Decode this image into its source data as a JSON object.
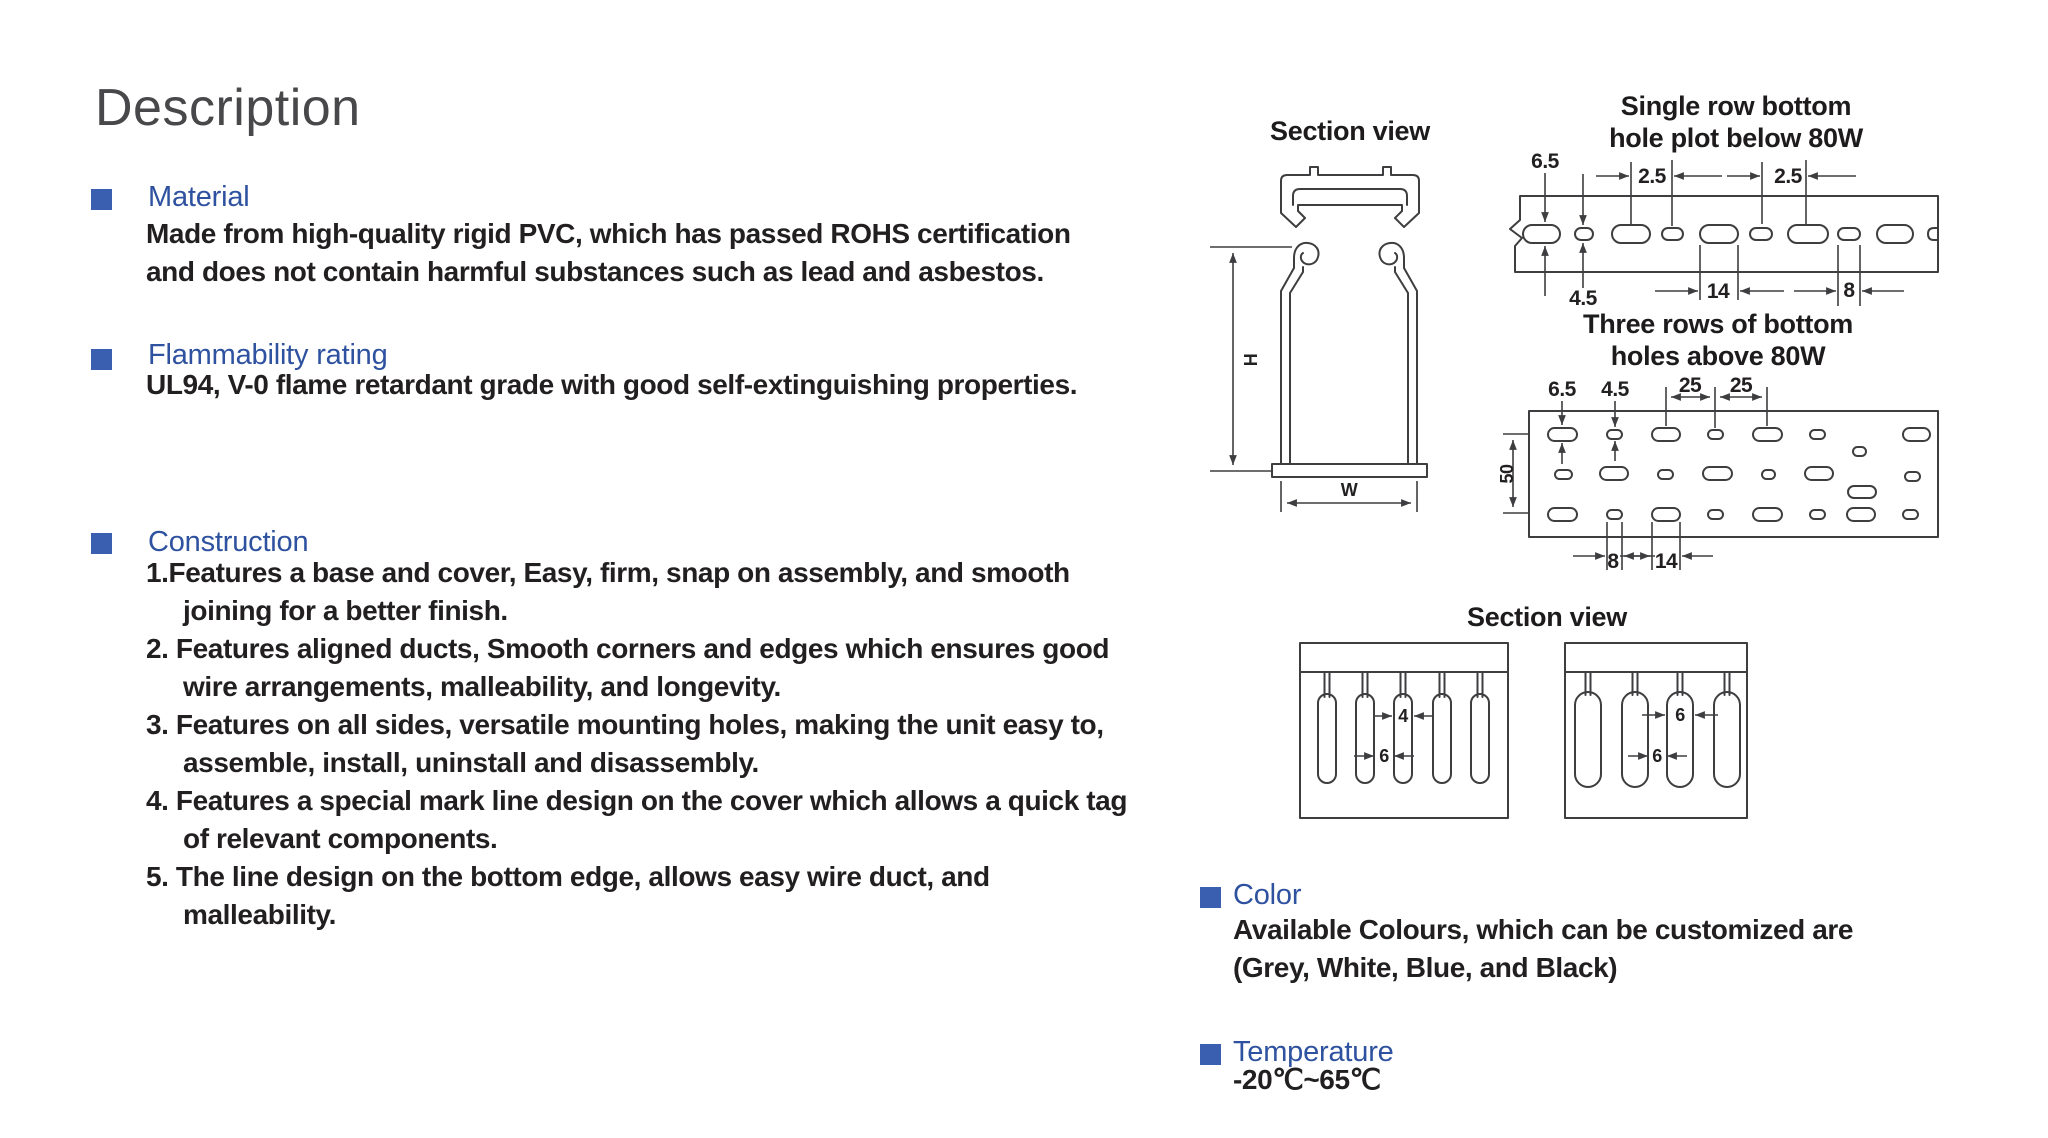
{
  "title": "Description",
  "sections": {
    "material": {
      "heading": "Material",
      "body": [
        "Made from high-quality rigid PVC, which has passed ROHS certification",
        "and does not contain harmful substances such as lead and asbestos."
      ]
    },
    "flammability": {
      "heading": "Flammability rating",
      "body": [
        "UL94, V-0 flame retardant grade with good self-extinguishing properties."
      ]
    },
    "construction": {
      "heading": "Construction",
      "items": [
        {
          "l1": "1.Features a base and cover, Easy, firm, snap on assembly, and smooth",
          "l2": "joining for a better finish."
        },
        {
          "l1": "2. Features aligned ducts, Smooth corners and edges which ensures good",
          "l2": "wire arrangements, malleability, and longevity."
        },
        {
          "l1": "3. Features on all sides, versatile mounting holes, making the unit easy to,",
          "l2": "assemble, install, uninstall and disassembly."
        },
        {
          "l1": "4. Features a special mark line design on the cover which allows a quick tag",
          "l2": "of relevant components."
        },
        {
          "l1": "5. The line design on the bottom edge, allows easy wire duct, and",
          "l2": "malleability."
        }
      ]
    },
    "color": {
      "heading": "Color",
      "body": [
        "Available Colours, which can be customized are",
        "(Grey, White, Blue, and Black)"
      ]
    },
    "temperature": {
      "heading": "Temperature",
      "body": [
        "-20℃~65℃"
      ]
    }
  },
  "figures": {
    "section_view_top": {
      "title": "Section view",
      "dims": {
        "h": "H",
        "w": "W"
      }
    },
    "single_row": {
      "title": [
        "Single row bottom",
        "hole plot below 80W"
      ],
      "dims": {
        "d65": "6.5",
        "d45": "4.5",
        "d25a": "2.5",
        "d25b": "2.5",
        "d14": "14",
        "d8": "8"
      }
    },
    "three_rows": {
      "title": [
        "Three rows of bottom",
        "holes above 80W"
      ],
      "dims": {
        "d65": "6.5",
        "d45": "4.5",
        "d25a": "25",
        "d25b": "25",
        "d50": "50",
        "d8": "8",
        "d14": "14"
      }
    },
    "section_view_bottom": {
      "title": "Section view",
      "dims": {
        "left_a": "4",
        "left_b": "6",
        "right_a": "6",
        "right_b": "6"
      }
    }
  },
  "colors": {
    "heading_blue": "#2e529f",
    "bullet_blue": "#3a5fb0",
    "body_text": "#221f20",
    "title_gray": "#48484a",
    "line_color": "#3e3e40",
    "background": "#ffffff"
  }
}
